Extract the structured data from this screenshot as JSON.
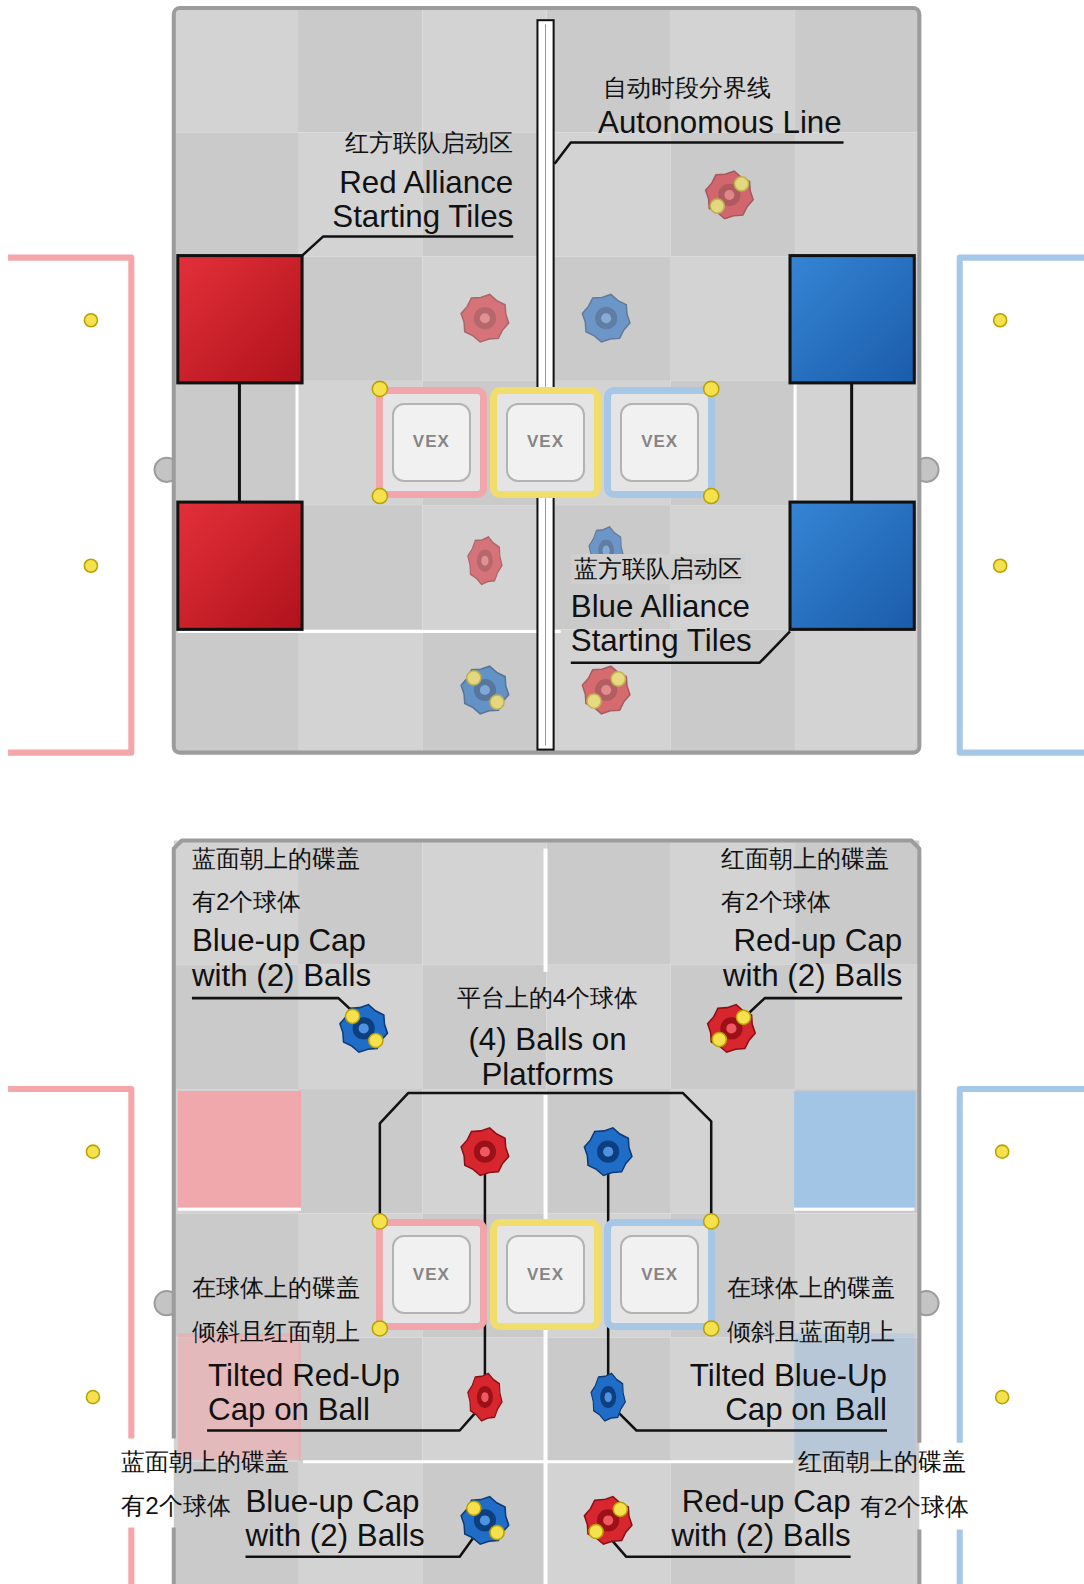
{
  "diagram": {
    "nodes": [
      {
        "text": [
          "VEX"
        ]
      },
      {
        "text": [
          "VEX"
        ]
      },
      {
        "text": [
          "VEX"
        ]
      },
      {
        "text": [
          "VEX"
        ]
      },
      {
        "text": [
          "VEX"
        ]
      },
      {
        "text": [
          "VEX"
        ]
      }
    ],
    "labels": [
      "自动时段分界线",
      "Autonomous Line",
      "红方联队启动区",
      "Red Alliance Starting Tiles",
      "蓝方联队启动区",
      "Blue Alliance Starting Tiles",
      "蓝面朝上的碟盖 有2个球体",
      "Blue-up Cap with (2) Balls",
      "红面朝上的碟盖 有2个球体",
      "Red-up Cap with (2) Balls",
      "平台上的4个球体",
      "(4) Balls on Platforms",
      "在球体上的碟盖 倾斜且红面朝上",
      "在球体上的碟盖 倾斜且蓝面朝上",
      "Tilted Red-Up Cap on Ball",
      "Tilted Blue-Up Cap on Ball",
      "蓝面朝上的碟盖 有2个球体",
      "红面朝上的碟盖",
      "Blue-up Cap with (2) Balls",
      "Red-up Cap with (2) Balls",
      "有2个球体"
    ]
  }
}
